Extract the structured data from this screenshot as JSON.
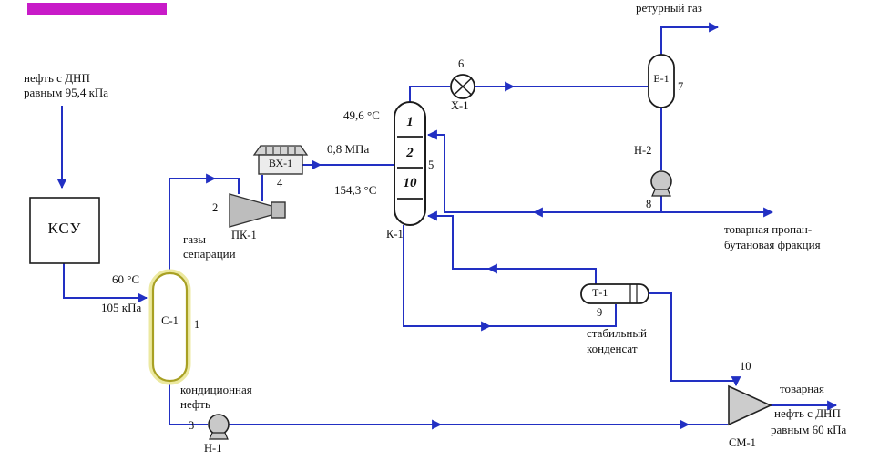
{
  "colors": {
    "pipe": "#2230c3",
    "equipment_outline": "#1c1c1c",
    "s1_highlight": "#a8a023",
    "redaction_bar": "#c81bc8"
  },
  "labels": {
    "feed1": "нефть с ДНП",
    "feed2": "равным 95,4 кПа",
    "ksu": "КСУ",
    "temp60": "60 °С",
    "press105": "105 кПа",
    "gas1": "газы",
    "gas2": "сепарации",
    "press08": "0,8 МПа",
    "temp496": "49,6 °С",
    "temp1543": "154,3 °С",
    "return_gas": "ретурный газ",
    "propane1": "товарная пропан-",
    "propane2": "бутановая фракция",
    "stable1": "стабильный",
    "stable2": "конденсат",
    "cond1": "кондиционная",
    "cond2": "нефть",
    "product1": "товарная",
    "product2": "нефть с ДНП",
    "product3": "равным 60 кПа"
  },
  "equipment": {
    "s1": {
      "tag": "С-1",
      "num": "1"
    },
    "pk1": {
      "tag": "ПК-1",
      "num": "2"
    },
    "n1": {
      "tag": "Н-1",
      "num": "3"
    },
    "vh1": {
      "tag": "ВХ-1",
      "num": "4"
    },
    "k1": {
      "tag": "К-1",
      "num": "5"
    },
    "x1": {
      "tag": "Х-1",
      "num": "6"
    },
    "e1": {
      "tag": "Е-1",
      "num": "7"
    },
    "n2": {
      "tag": "Н-2",
      "num": "8"
    },
    "t1": {
      "tag": "Т-1",
      "num": "9"
    },
    "sm1": {
      "tag": "СМ-1",
      "num": "10"
    },
    "k1_trays": [
      "1",
      "2",
      "10"
    ]
  }
}
